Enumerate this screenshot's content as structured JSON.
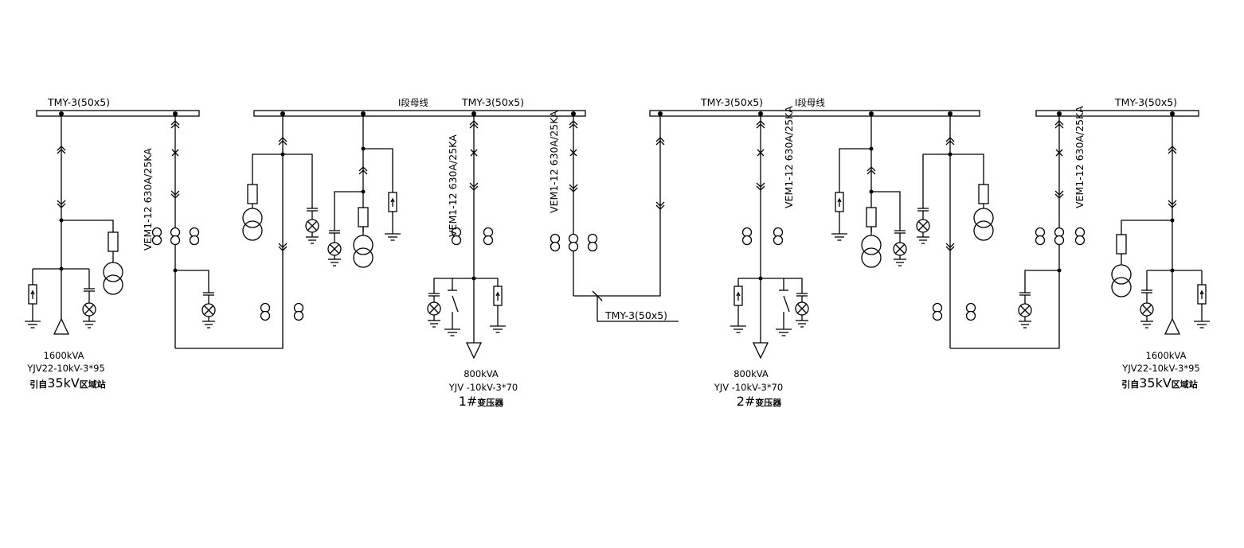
{
  "busbars": {
    "b1": "TMY-3(50x5)",
    "b2": "TMY-3(50x5)",
    "b3": "TMY-3(50x5)",
    "b4": "TMY-3(50x5)",
    "b2_section": "I段母线",
    "b3_section": "I段母线",
    "tie": "TMY-3(50x5)"
  },
  "breakers": {
    "left_incomer": "VEM1-12 630A/25KA",
    "feeder_1": "VEM1-12 630A/25KA",
    "bus_tie": "VEM1-12 630A/25KA",
    "feeder_2": "VEM1-12 630A/25KA",
    "right_incomer": "VEM1-12 630A/25KA"
  },
  "left_incoming": {
    "capacity": "1600kVA",
    "cable": "YJV22-10kV-3*95",
    "source_prefix": "引自",
    "source_voltage": "35kV",
    "source_suffix": "区域站"
  },
  "right_incoming": {
    "capacity": "1600kVA",
    "cable": "YJV22-10kV-3*95",
    "source_prefix": "引自",
    "source_voltage": "35kV",
    "source_suffix": "区域站"
  },
  "transformer_1": {
    "capacity": "800kVA",
    "cable": "YJV -10kV-3*70",
    "num": "1#",
    "name": "变压器"
  },
  "transformer_2": {
    "capacity": "800kVA",
    "cable": "YJV -10kV-3*70",
    "num": "2#",
    "name": "变压器"
  }
}
